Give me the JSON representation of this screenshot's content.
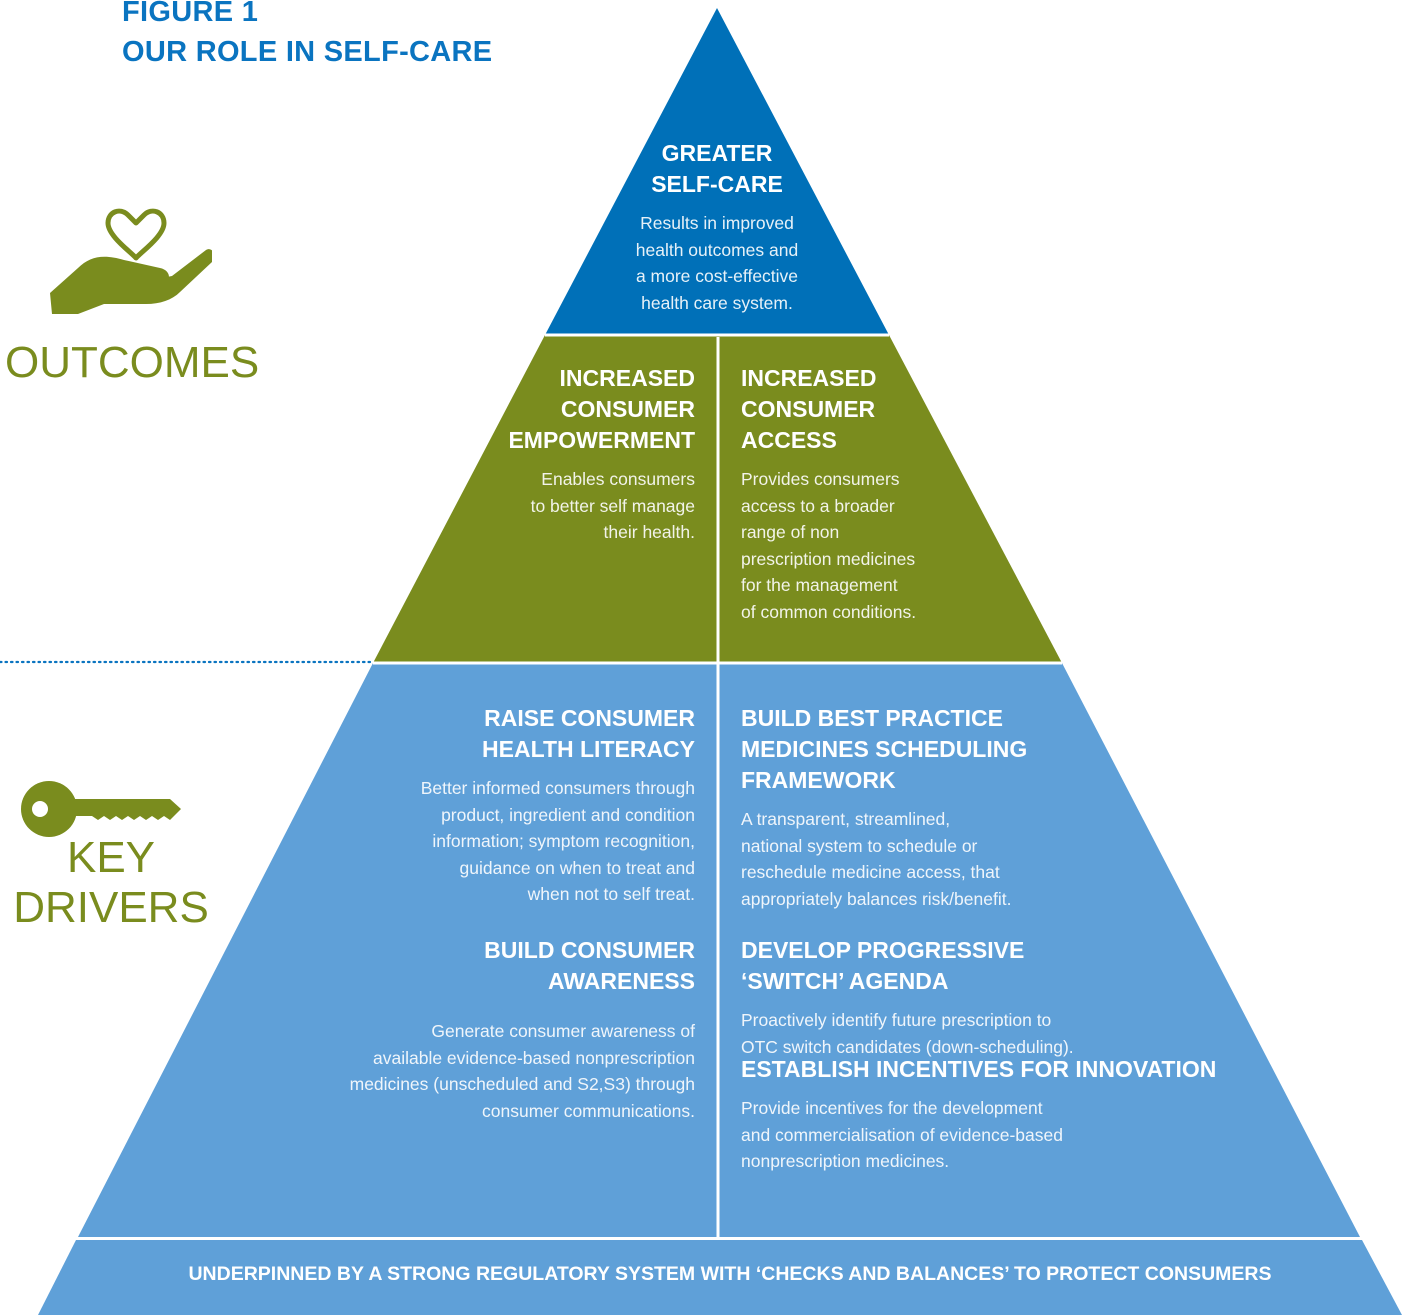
{
  "figure": {
    "line1": "FIGURE 1",
    "line2": "OUR ROLE IN SELF-CARE"
  },
  "side_labels": {
    "outcomes": "OUTCOMES",
    "key": "KEY",
    "drivers": "DRIVERS"
  },
  "icons": {
    "outcomes": "hand-heart-icon",
    "drivers": "key-icon"
  },
  "colors": {
    "accent_blue": "#0a74c0",
    "top_tier": "#0070b8",
    "middle_tier": "#7a8c1e",
    "lower_tier": "#5fa0d8",
    "base_band": "#5fa0d8"
  },
  "top": {
    "heading": [
      "GREATER",
      "SELF-CARE"
    ],
    "body": [
      "Results in improved",
      "health outcomes and",
      "a more cost-effective",
      "health care system."
    ]
  },
  "middle": {
    "left": {
      "heading": [
        "INCREASED",
        "CONSUMER",
        "EMPOWERMENT"
      ],
      "body": [
        "Enables consumers",
        "to better self manage",
        "their health."
      ]
    },
    "right": {
      "heading": [
        "INCREASED",
        "CONSUMER",
        "ACCESS"
      ],
      "body": [
        "Provides consumers",
        "access to a broader",
        "range of non",
        "prescription medicines",
        "for the management",
        "of common conditions."
      ]
    }
  },
  "drivers": {
    "left": [
      {
        "heading": [
          "RAISE CONSUMER",
          "HEALTH LITERACY"
        ],
        "body": [
          "Better informed consumers through",
          "product, ingredient and condition",
          "information; symptom recognition,",
          "guidance on when to treat and",
          "when not to self treat."
        ]
      },
      {
        "heading": [
          "BUILD CONSUMER",
          "AWARENESS"
        ],
        "body": [
          "Generate consumer awareness of",
          "available evidence-based nonprescription",
          "medicines (unscheduled and S2,S3) through",
          "consumer communications."
        ]
      }
    ],
    "right": [
      {
        "heading": [
          "BUILD BEST PRACTICE",
          "MEDICINES SCHEDULING",
          "FRAMEWORK"
        ],
        "body": [
          "A transparent, streamlined,",
          "national system to schedule or",
          "reschedule medicine access, that",
          "appropriately balances risk/benefit."
        ]
      },
      {
        "heading": [
          "DEVELOP PROGRESSIVE",
          "‘SWITCH’ AGENDA"
        ],
        "body": [
          "Proactively identify future prescription to",
          "OTC switch candidates (down-scheduling)."
        ]
      },
      {
        "heading": [
          "ESTABLISH INCENTIVES FOR INNOVATION"
        ],
        "body": [
          "Provide incentives for the development",
          "and commercialisation of evidence-based",
          "nonprescription medicines."
        ]
      }
    ]
  },
  "footer": "UNDERPINNED BY A STRONG REGULATORY SYSTEM WITH ‘CHECKS AND BALANCES’ TO PROTECT CONSUMERS"
}
